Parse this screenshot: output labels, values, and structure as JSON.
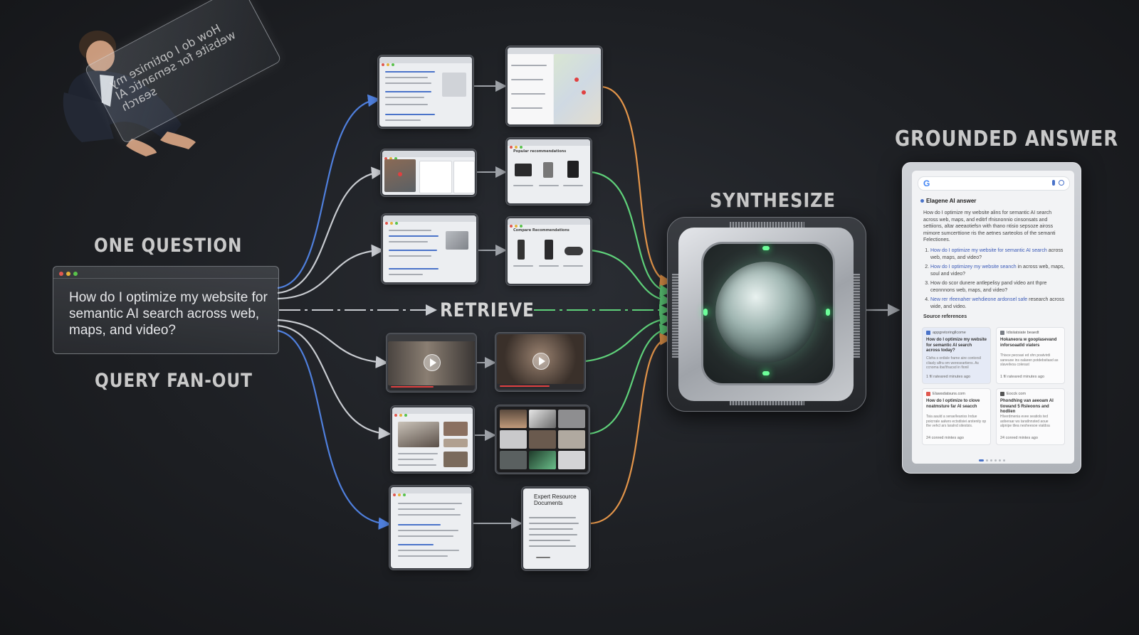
{
  "headings": {
    "one_question": "ONE QUESTION",
    "query_fan_out": "QUERY FAN-OUT",
    "retrieve": "RETRIEVE",
    "synthesize": "SYNTHESIZE",
    "grounded_answer": "GROUNDED ANSWER"
  },
  "glass_tablet_text": "How do I optimize my website for semantic AI search",
  "question": "How do I optimize my website for semantic AI search across web, maps, and video?",
  "sources": {
    "shopping_header": "Compare Recommendations",
    "product_header": "Popular recommendations",
    "document_title": "Expert Resource Documents"
  },
  "answer": {
    "title": "Elagene AI answer",
    "body": "How do I optimize my website alins for semantic AI search across web, maps, and editrf rfnisnonnio cinsonsats and settiions, altar aeeaotiefsn with thano ntisio sepsoze aiross mimore sumcerttione ris the aetnes sarteolos of the semanti Felectiones.",
    "items": [
      {
        "link": "How do I optimize my website for semantic AI search",
        "rest": "across web, maps, and video?"
      },
      {
        "link": "How do I optimizey my website seanch",
        "rest": "in across web, maps, soul and video?"
      },
      {
        "link": "",
        "rest": "How do scor dunere antlepelisy pand video ant thpre ceonnnons web, maps, and video?"
      },
      {
        "link": "New rer rfeenaher wehdieone ardonsel safe",
        "rest": "research across wide, and video."
      }
    ],
    "sources_label": "Source references",
    "cards": [
      {
        "site": "appgretoringllcome",
        "title": "How do I optimize my website for semantic AI search across today?",
        "snippet": "Clsfra s ordisle frame aire contorsil cliasly alfra om wereseartiens. As ccnoma ibat'thacsd in fionil",
        "date": "1 fil rateared minutes ago"
      },
      {
        "site": "Idisiiatsiate beaedt",
        "title": "Hokaneora w gooplasevand inforsoaatld viaters",
        "snippet": "Thisce pecoasi ed ohn poatvirdi saneuoe ins oalaren potdebsitasd as slaveilvoa colerast",
        "date": "1 fil rateared minutes ago"
      },
      {
        "site": "Elawsdatsuns.com",
        "title": "How do I optimize to clove noatmsture far AI seacch",
        "snippet": "Tsia aauld a serae/leaniss Indue poicrrale aalwrs ectsdisiei arstenity op the vehcl ars laralnd sitestsis.",
        "date": "24 conred mintes ago"
      },
      {
        "site": "Eocck com",
        "title": "Phondhing van aeeoam AI tiowand 5 Rsleoons and hodlien",
        "snippet": "Hlverdmenia evee seatiols ted aoberaar ws taratlnnsted aoue alpnipe tilea nesheesoe vialdoa",
        "date": "24 conred mintes ago"
      }
    ]
  },
  "colors": {
    "blue_flow": "#4f7fdc",
    "white_flow": "#c8cbd0",
    "green_flow": "#5fd17a",
    "orange_flow": "#e3954a",
    "led_green": "#6dff9a",
    "link_blue": "#3c5bb8"
  }
}
